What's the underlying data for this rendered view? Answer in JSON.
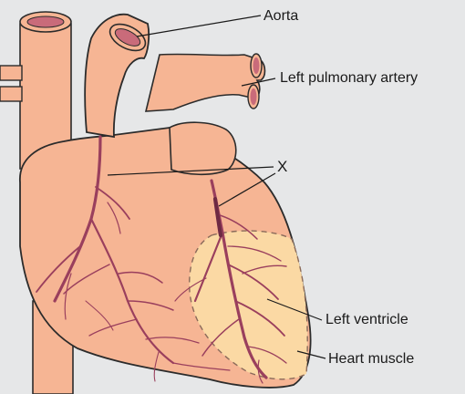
{
  "labels": {
    "aorta": "Aorta",
    "left_pulmonary_artery": "Left pulmonary artery",
    "x": "X",
    "left_ventricle": "Left ventricle",
    "heart_muscle": "Heart muscle"
  },
  "colors": {
    "background": "#e6e7e8",
    "tissue_fill": "#f6b594",
    "outline": "#2b2b2b",
    "vessel_lumen": "#c96b7a",
    "coronary_vessels": "#9a3f5d",
    "heart_muscle_region": "#fbd9a4"
  }
}
